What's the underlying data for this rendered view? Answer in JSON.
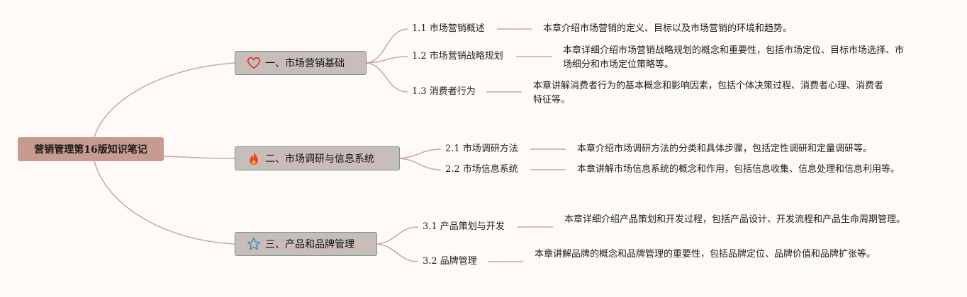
{
  "root": {
    "title": "营销管理第16版知识笔记"
  },
  "branches": [
    {
      "title": "一、市场营销基础",
      "icon": "heart-icon",
      "icon_color": "#d9352b",
      "children": [
        {
          "label": "1.1 市场营销概述",
          "desc": "本章介绍市场营销的定义、目标以及市场营销的环境和趋势。"
        },
        {
          "label": "1.2 市场营销战略规划",
          "desc": "本章详细介绍市场营销战略规划的概念和重要性，包括市场定位、目标市场选择、市场细分和市场定位策略等。"
        },
        {
          "label": "1.3 消费者行为",
          "desc": "本章讲解消费者行为的基本概念和影响因素，包括个体决策过程、消费者心理、消费者特征等。"
        }
      ]
    },
    {
      "title": "二、市场调研与信息系统",
      "icon": "fire-icon",
      "icon_color": "#e8432a",
      "children": [
        {
          "label": "2.1 市场调研方法",
          "desc": "本章介绍市场调研方法的分类和具体步骤，包括定性调研和定量调研等。"
        },
        {
          "label": "2.2 市场信息系统",
          "desc": "本章讲解市场信息系统的概念和作用，包括信息收集、信息处理和信息利用等。"
        }
      ]
    },
    {
      "title": "三、产品和品牌管理",
      "icon": "star-icon",
      "icon_color": "#3a8fc4",
      "children": [
        {
          "label": "3.1 产品策划与开发",
          "desc": "本章详细介绍产品策划和开发过程，包括产品设计、开发流程和产品生命周期管理。"
        },
        {
          "label": "3.2 品牌管理",
          "desc": "本章讲解品牌的概念和品牌管理的重要性，包括品牌定位、品牌价值和品牌扩张等。"
        }
      ]
    }
  ],
  "colors": {
    "link": "#c9a89e",
    "root_bg": "#c79b8f",
    "node_bg": "#c8bdb9",
    "node_border": "#6f9a8f"
  }
}
